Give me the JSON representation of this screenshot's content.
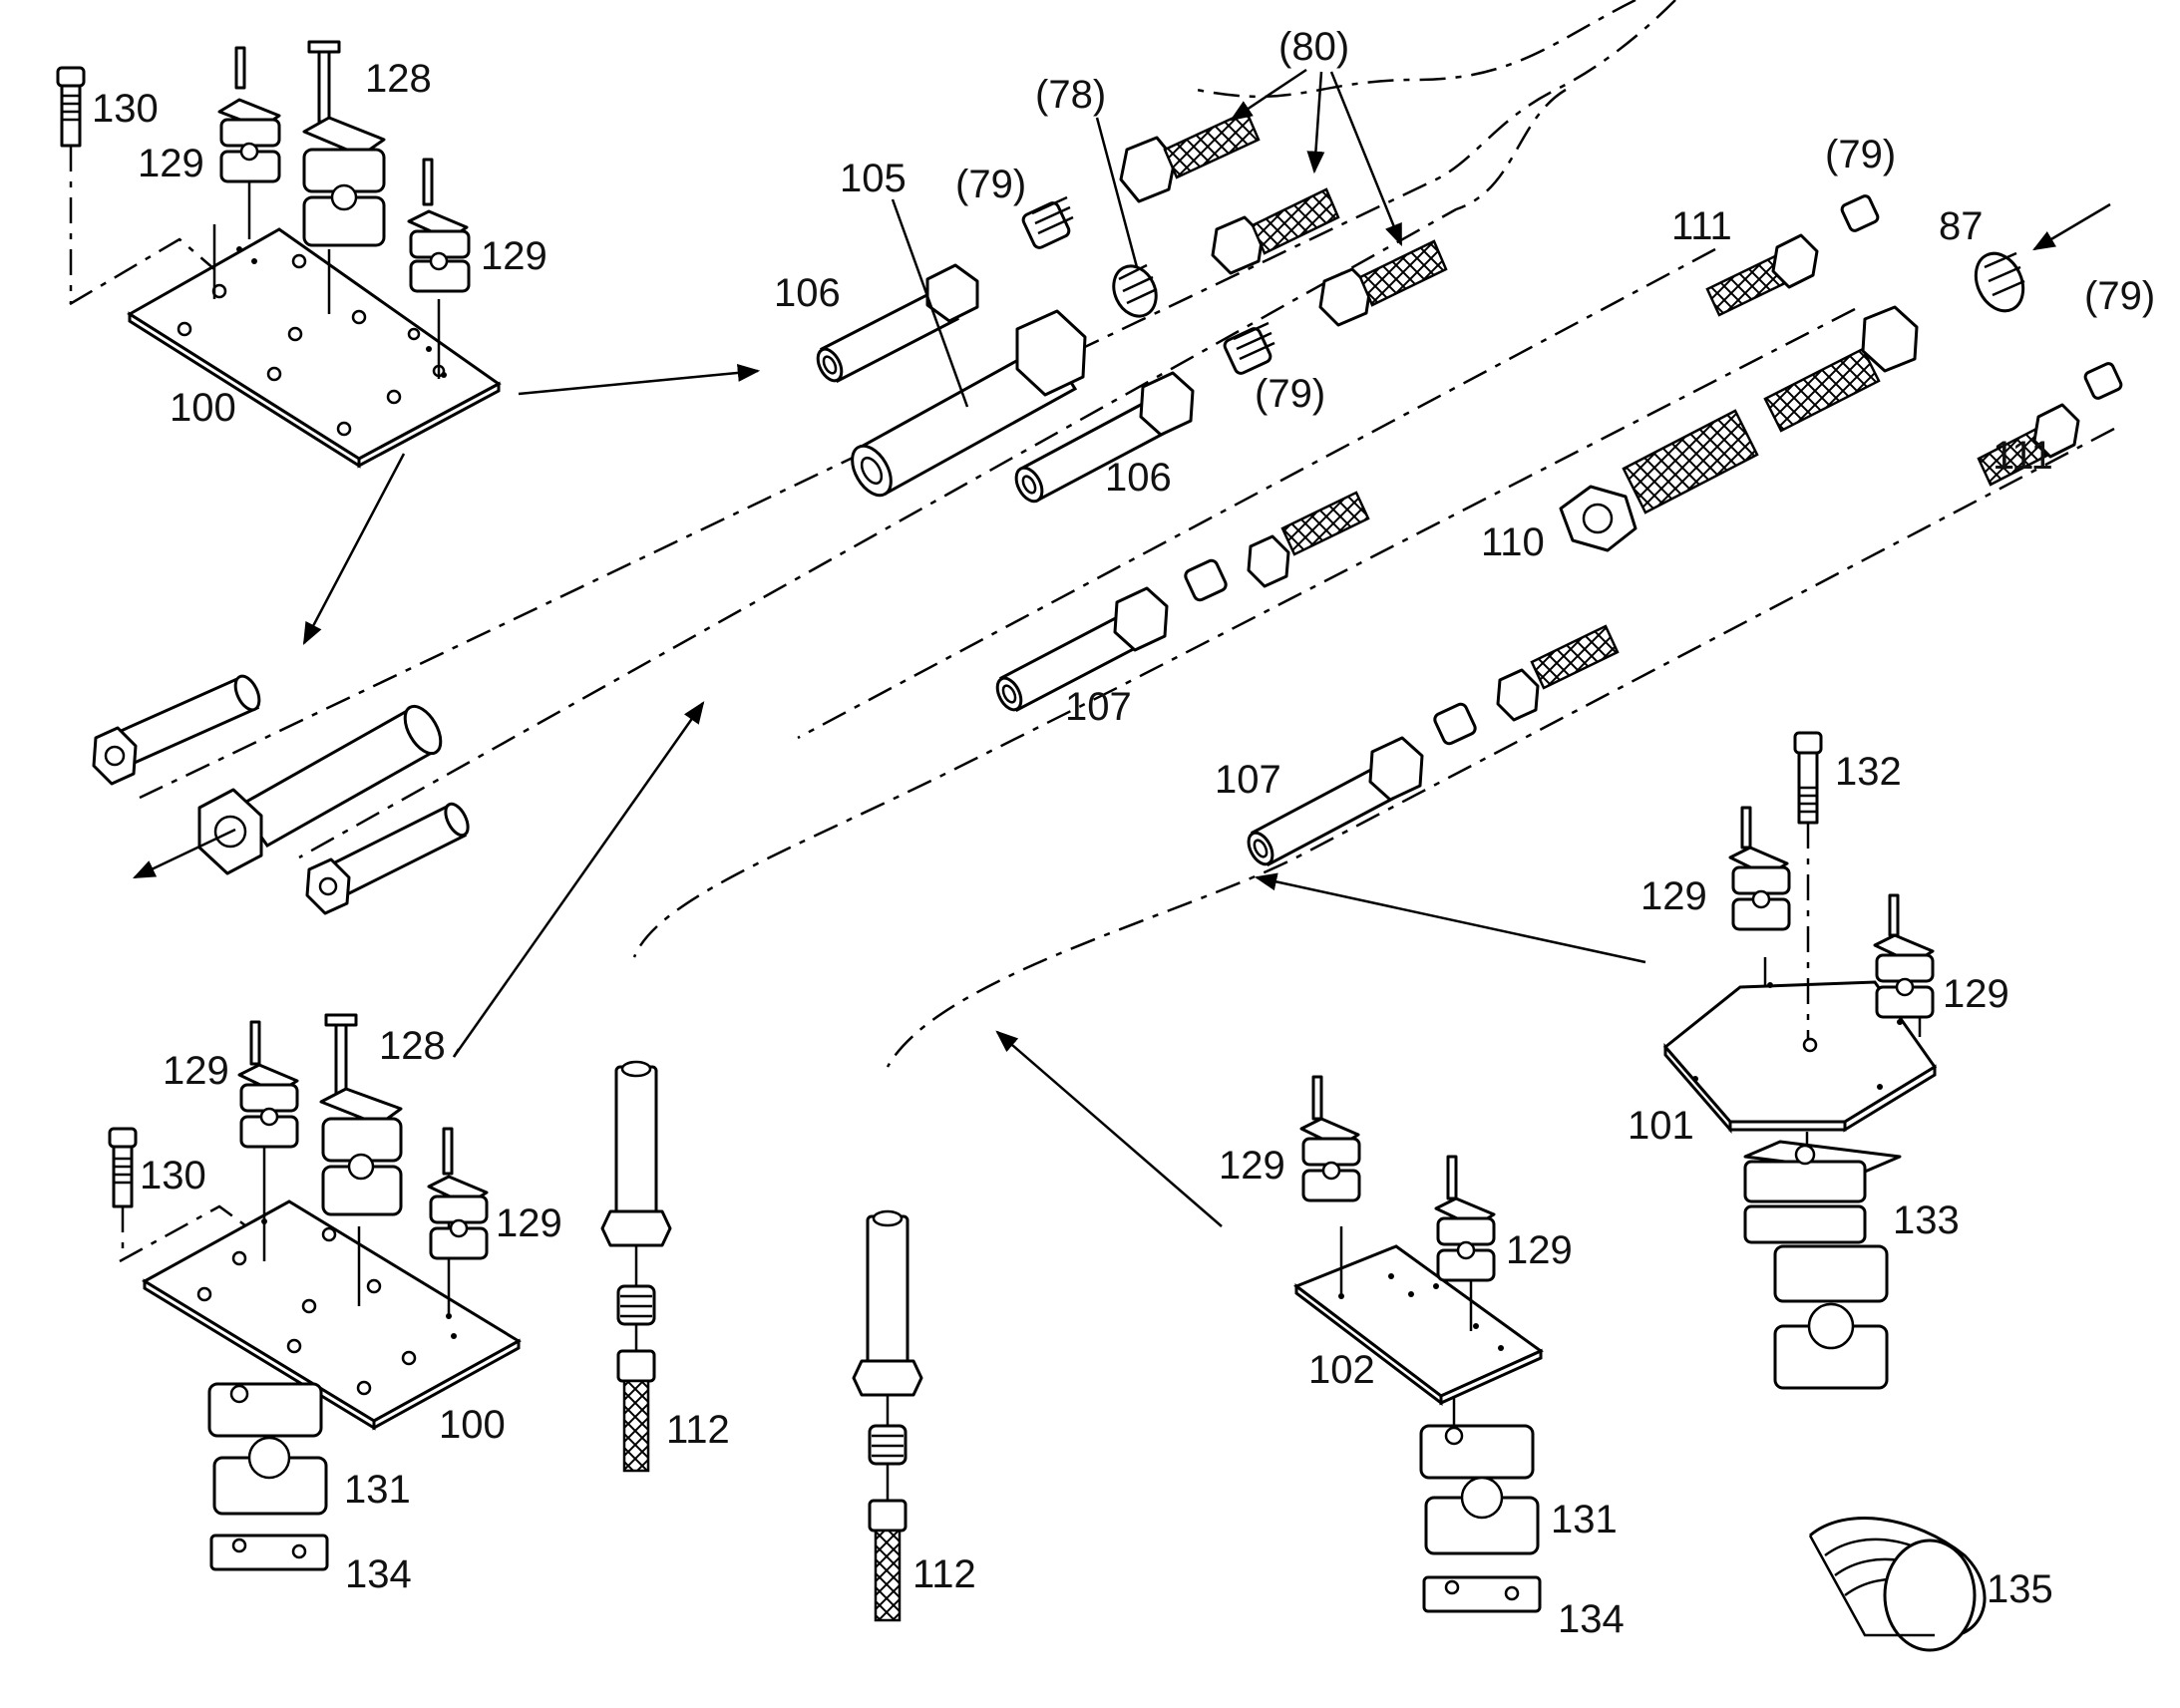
{
  "callouts": {
    "c130a": "130",
    "c129a": "129",
    "c128a": "128",
    "c129b": "129",
    "c100a": "100",
    "c105": "105",
    "c79a": "(79)",
    "c78": "(78)",
    "c80": "(80)",
    "c106a": "106",
    "c79b": "(79)",
    "c106b": "106",
    "c111a": "111",
    "c79c": "(79)",
    "c87": "87",
    "c79d": "(79)",
    "c110": "110",
    "c111b": "111",
    "c107a": "107",
    "c107b": "107",
    "c132": "132",
    "c129c": "129",
    "c129d": "129",
    "c101": "101",
    "c133": "133",
    "c129e": "129",
    "c128b": "128",
    "c130b": "130",
    "c129f": "129",
    "c100b": "100",
    "c131a": "131",
    "c134a": "134",
    "c112a": "112",
    "c112b": "112",
    "c129g": "129",
    "c129h": "129",
    "c102": "102",
    "c131b": "131",
    "c134b": "134",
    "c135": "135"
  }
}
